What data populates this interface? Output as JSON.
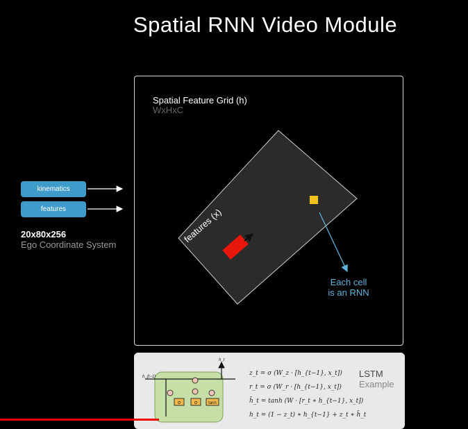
{
  "title": "Spatial RNN Video Module",
  "inputs": {
    "kinematics": "kinematics",
    "features": "features",
    "dims": "20x80x256",
    "coord_system": "Ego Coordinate System"
  },
  "grid": {
    "title": "Spatial Feature Grid (h)",
    "dims": "WxHxC",
    "features_label": "features (x)",
    "cell_line1": "Each cell",
    "cell_line2": "is an RNN"
  },
  "lstm": {
    "title": "LSTM",
    "subtitle": "Example",
    "eq_z": "z_t = σ (W_z · [h_{t−1}, x_t])",
    "eq_r": "r_t = σ (W_r · [h_{t−1}, x_t])",
    "eq_h_tilde": "h̃_t = tanh (W · [r_t ∗ h_{t−1}, x_t])",
    "eq_h": "h_t = (1 − z_t) ∗ h_{t−1} + z_t ∗ h̃_t",
    "label_ht_in": "h_{t−1}",
    "label_ht_out": "h_t",
    "gate_sigma": "σ",
    "gate_tanh": "tanh"
  },
  "colors": {
    "accent_blue": "#3f9bc9",
    "cell_yellow": "#f2c21b",
    "vehicle_red": "#e8170b",
    "panel_green": "#c5dfa6"
  },
  "video_progress": 0.34
}
